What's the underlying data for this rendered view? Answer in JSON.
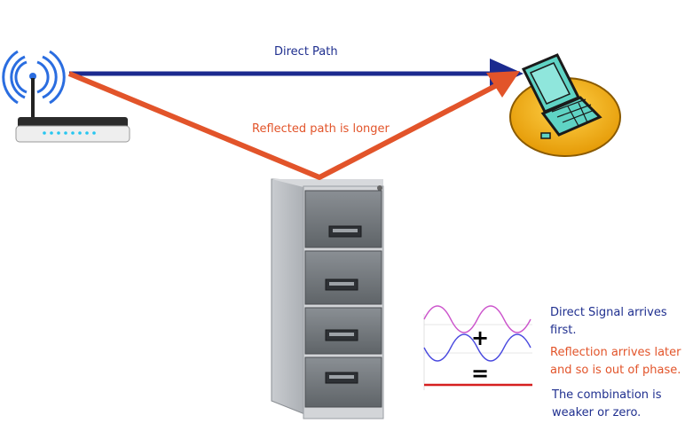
{
  "labels": {
    "direct_path": "Direct Path",
    "reflected_path": "Reflected path is longer",
    "note_direct": "Direct Signal arrives first.",
    "note_reflection": "Reflection arrives later and so is out of phase.",
    "note_combination": "The combination is weaker or zero.",
    "plus_sign": "+",
    "equals_sign": "="
  },
  "icons": [
    "wifi-router-icon",
    "laptop-icon",
    "filing-cabinet-icon",
    "wave-interference-icon"
  ],
  "colors": {
    "direct_arrow": "#1b2a8f",
    "reflected_arrow": "#e2542a",
    "wave_direct": "#cc55cc",
    "wave_reflected": "#4a4adf",
    "wave_result": "#d62020",
    "text_blue": "#1f2f8f",
    "text_red": "#e2542a"
  }
}
